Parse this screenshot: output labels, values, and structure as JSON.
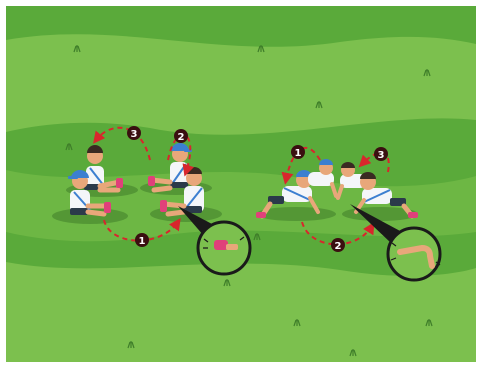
{
  "colors": {
    "grass_dark": "#5aaa3a",
    "grass_light": "#7cc04e",
    "arrow": "#d8262c",
    "marker_fill": "#3a0f10",
    "marker_text": "#ffffff",
    "cap": "#3c7fd0",
    "shirt": "#f4f6f9",
    "shorts": "#2b3a4a",
    "shoe": "#e0407a",
    "skin": "#e8a77a",
    "hair": "#3a2a22"
  },
  "drill_left": {
    "markers": [
      "1",
      "2",
      "3"
    ]
  },
  "drill_right": {
    "markers": [
      "1",
      "2",
      "3"
    ]
  },
  "callouts": [
    {
      "icon": "foot-contact-icon"
    },
    {
      "icon": "hand-contact-icon"
    }
  ]
}
